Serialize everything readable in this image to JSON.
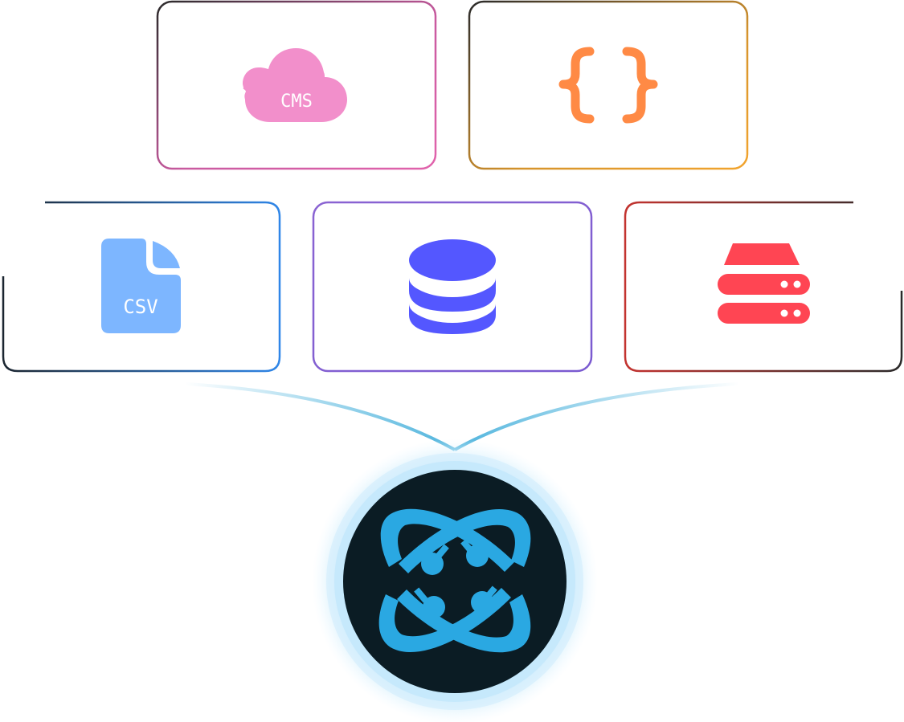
{
  "sources": [
    {
      "name": "cms",
      "label": "CMS",
      "icon": "cloud-icon",
      "border": [
        "#2a2a2a",
        "#e163ac"
      ],
      "icon_color": "#f28fcb"
    },
    {
      "name": "json",
      "label": "",
      "icon": "curly-braces-icon",
      "border": [
        "#2a2a2a",
        "#f2a42e"
      ],
      "icon_color": "#ff8a45"
    },
    {
      "name": "csv",
      "label": "CSV",
      "icon": "file-icon",
      "border": [
        "#1d2b3a",
        "#2f86e8"
      ],
      "icon_color": "#7db6ff"
    },
    {
      "name": "database",
      "label": "",
      "icon": "database-icon",
      "border": [
        "#8a63d2",
        "#8a63d2"
      ],
      "icon_color": "#5457ff"
    },
    {
      "name": "server",
      "label": "",
      "icon": "server-icon",
      "border": [
        "#c3332f",
        "#2a2a2a"
      ],
      "icon_color": "#ff4553"
    }
  ],
  "hub": {
    "icon": "cube-js-logo-icon",
    "background": "#0b1c24",
    "accent": "#2aa8e2",
    "glow": "#d9f1fd"
  },
  "connector_color": "#4fb4dd"
}
